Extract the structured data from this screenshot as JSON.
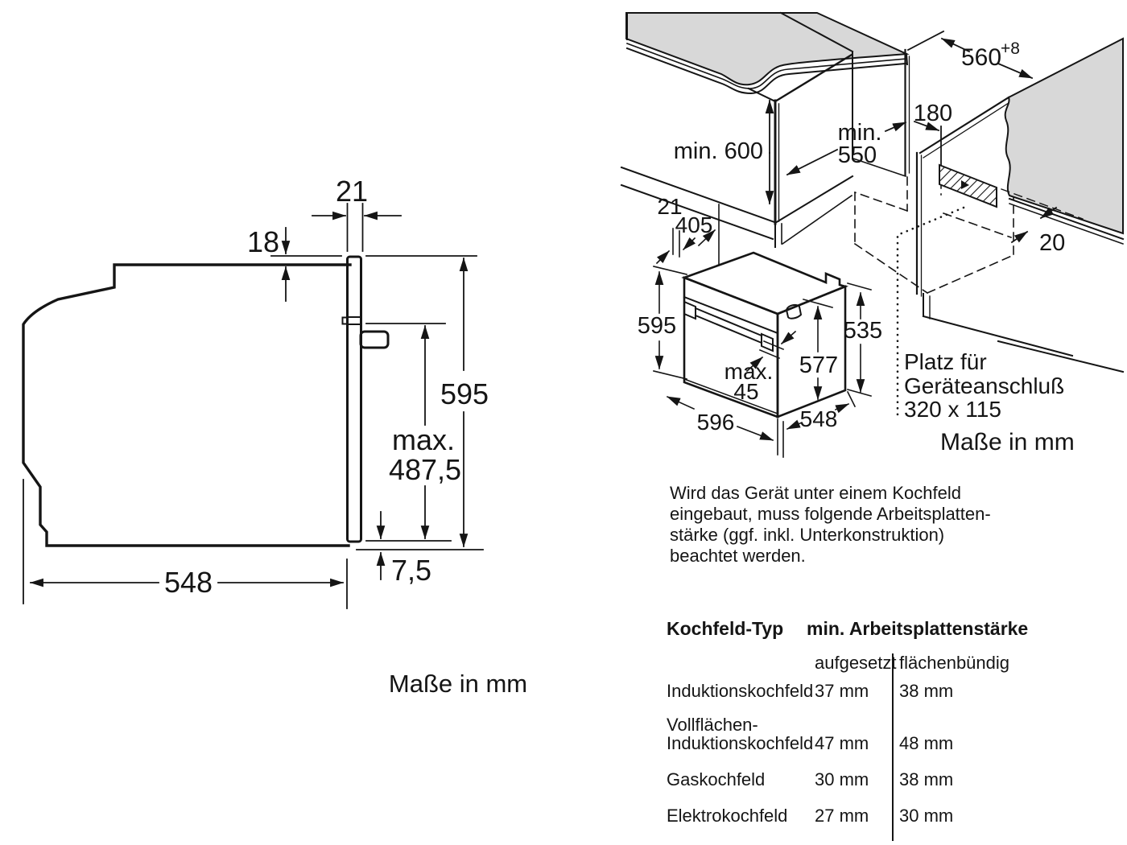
{
  "colors": {
    "surface_gray": "#d8d8d8",
    "line": "#151515"
  },
  "side_view": {
    "d21": "21",
    "d18": "18",
    "d595": "595",
    "dmax_label": "max.",
    "d4875": "487,5",
    "d548": "548",
    "d75": "7,5",
    "caption": "Maße in mm"
  },
  "installation_view": {
    "d560": "560",
    "d560_tol": "+8",
    "dmin600": "min. 600",
    "dmin550_line1": "min.",
    "dmin550_line2": "550",
    "d180": "180",
    "d20": "20",
    "d21": "21",
    "d405": "405",
    "d595": "595",
    "d535": "535",
    "d577": "577",
    "dmax_line1": "max.",
    "dmax_line2": "45",
    "d596": "596",
    "d548": "548",
    "connection_line1": "Platz für",
    "connection_line2": "Geräteanschluß",
    "connection_line3": "320 x 115",
    "caption": "Maße in mm"
  },
  "worktop_note": {
    "line1": "Wird das Gerät unter einem Kochfeld",
    "line2": "eingebaut, muss folgende Arbeitsplatten-",
    "line3": "stärke (ggf. inkl. Unterkonstruktion)",
    "line4": "beachtet werden."
  },
  "table": {
    "col1_header": "Kochfeld-Typ",
    "col2_header": "min. Arbeitsplattenstärke",
    "sub1": "aufgesetzt",
    "sub2": "flächenbündig",
    "rows": [
      {
        "name": "Induktionskochfeld",
        "name2": "",
        "aufgesetzt": "37 mm",
        "flaechenbuendig": "38 mm"
      },
      {
        "name": "Vollflächen-",
        "name2": "Induktionskochfeld",
        "aufgesetzt": "47 mm",
        "flaechenbuendig": "48 mm"
      },
      {
        "name": "Gaskochfeld",
        "name2": "",
        "aufgesetzt": "30 mm",
        "flaechenbuendig": "38 mm"
      },
      {
        "name": "Elektrokochfeld",
        "name2": "",
        "aufgesetzt": "27 mm",
        "flaechenbuendig": "30 mm"
      }
    ]
  }
}
